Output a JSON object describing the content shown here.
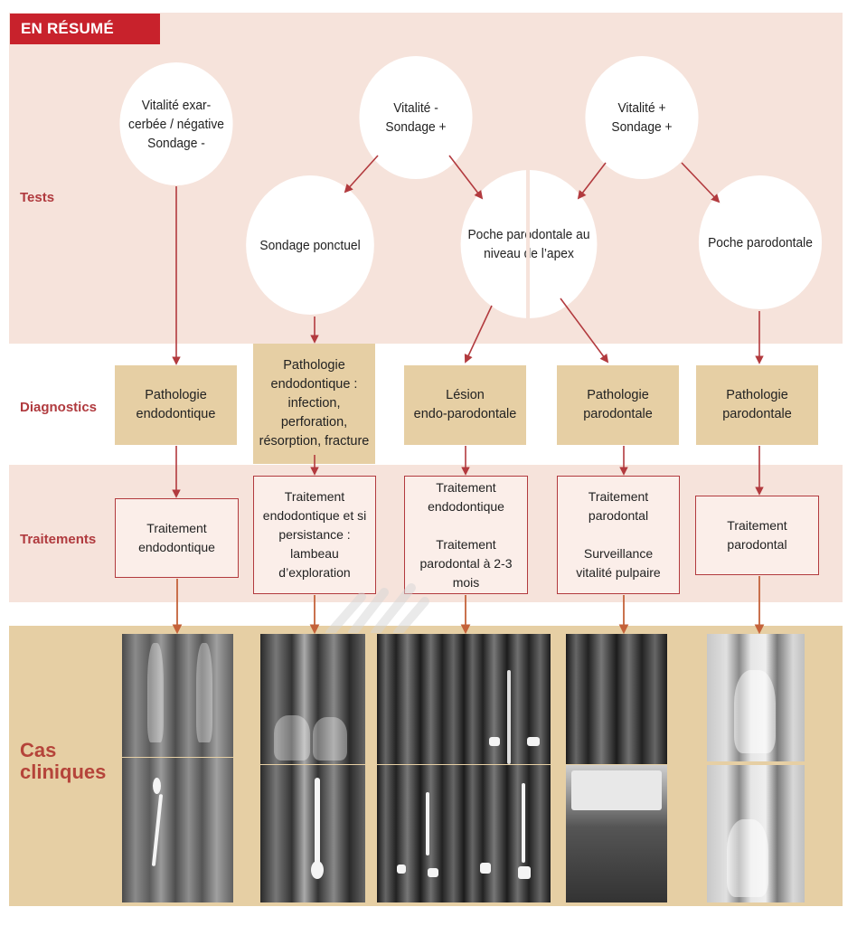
{
  "header": {
    "title": "EN RÉSUMÉ"
  },
  "colors": {
    "banner": "#c8222c",
    "pink_band": "#f6e3db",
    "tan_box": "#e6cfa4",
    "arrow_red": "#b23a3e",
    "arrow_orange": "#c4623a",
    "label_red": "#b03a3e"
  },
  "rows": {
    "tests": "Tests",
    "diagnostics": "Diagnostics",
    "traitements": "Traitements",
    "cas_cliniques": "Cas\ncliniques"
  },
  "tests": {
    "circle_1": "Vitalité exar-\ncerbée / négative\nSondage -",
    "circle_2": "Vitalité -\nSondage +",
    "circle_3": "Vitalité +\nSondage +",
    "circle_4": "Sondage ponctuel",
    "circle_5": "Poche parodontale au\nniveau de l’apex",
    "circle_6": "Poche parodontale"
  },
  "diagnostics": [
    "Pathologie\nendodontique",
    "Pathologie\nendodontique :\ninfection, perforation,\nrésorption, fracture",
    "Lésion\nendo-parodontale",
    "Pathologie\nparodontale",
    "Pathologie\nparodontale"
  ],
  "traitements": [
    "Traitement\nendodontique",
    "Traitement\nendodontique et si\npersistance :\nlambeau d’exploration",
    "Traitement\nendodontique\n\nTraitement\nparodontal à 2-3 mois",
    "Traitement\nparodontal\n\nSurveillance\nvitalité pulpaire",
    "Traitement\nparodontal"
  ],
  "cas_cliniques": {
    "images": [
      {
        "icon": "xray-image",
        "case": 1,
        "position": "before"
      },
      {
        "icon": "xray-image",
        "case": 1,
        "position": "after"
      },
      {
        "icon": "xray-image",
        "case": 2,
        "position": "before"
      },
      {
        "icon": "xray-image",
        "case": 2,
        "position": "after"
      },
      {
        "icon": "xray-image",
        "case": 3,
        "position": "before-left"
      },
      {
        "icon": "xray-image",
        "case": 3,
        "position": "before-right"
      },
      {
        "icon": "xray-image",
        "case": 3,
        "position": "after-left"
      },
      {
        "icon": "xray-image",
        "case": 3,
        "position": "after-right"
      },
      {
        "icon": "xray-image",
        "case": 4,
        "position": "before"
      },
      {
        "icon": "xray-image",
        "case": 4,
        "position": "after"
      },
      {
        "icon": "xray-image",
        "case": 5,
        "position": "before"
      },
      {
        "icon": "xray-image",
        "case": 5,
        "position": "after"
      }
    ]
  }
}
